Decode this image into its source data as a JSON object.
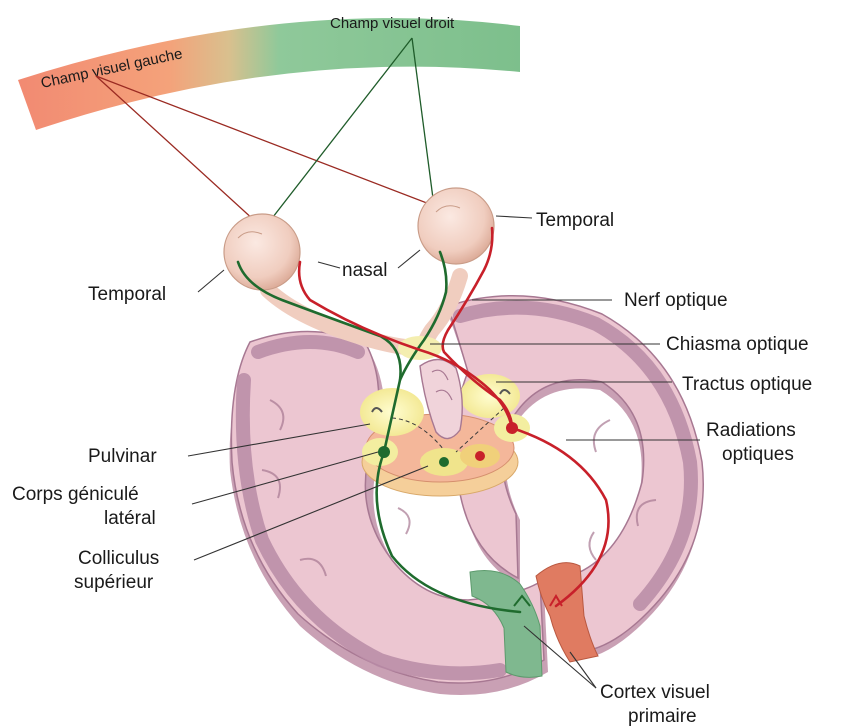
{
  "visual_field": {
    "left": "Champ visuel gauche",
    "right": "Champ visuel droit"
  },
  "labels": {
    "temporal_right": "Temporal",
    "temporal_left": "Temporal",
    "nasal": "nasal",
    "optic_nerve": "Nerf optique",
    "optic_chiasm": "Chiasma optique",
    "optic_tract": "Tractus optique",
    "optic_radiations_line1": "Radiations",
    "optic_radiations_line2": "optiques",
    "pulvinar": "Pulvinar",
    "lgn_line1": "Corps géniculé",
    "lgn_line2": "latéral",
    "colliculus_line1": "Colliculus",
    "colliculus_line2": "supérieur",
    "cortex_line1": "Cortex visuel",
    "cortex_line2": "primaire"
  },
  "colors": {
    "left_field": "#f1836a",
    "right_field": "#7cc18e",
    "left_pathway": "#c8202a",
    "right_pathway": "#1f6b2e",
    "brain_tissue": "#e8c4cf",
    "gray_matter": "#b98ba6",
    "thalamus": "#f6f2a0"
  }
}
